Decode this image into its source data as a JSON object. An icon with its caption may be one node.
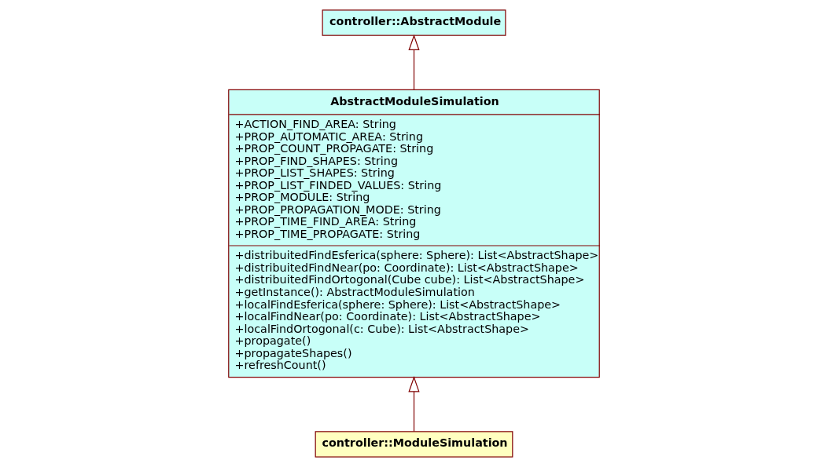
{
  "diagram": {
    "nodes": [
      {
        "text": [
          "AbstractModuleSimulation",
          "+ACTION_FIND_AREA: String",
          "+PROP_AUTOMATIC_AREA: String",
          "+PROP_COUNT_PROPAGATE: String",
          "+PROP_FIND_SHAPES: String",
          "+PROP_LIST_SHAPES: String",
          "+PROP_LIST_FINDED_VALUES: String",
          "+PROP_MODULE: String",
          "+PROP_PROPAGATION_MODE: String",
          "+PROP_TIME_FIND_AREA: String",
          "+PROP_TIME_PROPAGATE: String",
          "+distribuitedFindEsferica(sphere: Sphere): List<AbstractShape>",
          "+distribuitedFindNear(po: Coordinate): List<AbstractShape>",
          "+distribuitedFindOrtogonal(Cube cube): List<AbstractShape>",
          "+getInstance(): AbstractModuleSimulation",
          "+localFindEsferica(sphere: Sphere): List<AbstractShape>",
          "+localFindNear(po: Coordinate): List<AbstractShape>",
          "+localFindOrtogonal(c: Cube): List<AbstractShape>",
          "+propagate()",
          "+propagateShapes()",
          "+refreshCount()"
        ]
      },
      {
        "text": [
          "controller::AbstractModule"
        ]
      },
      {
        "text": [
          "controller::ModuleSimulation"
        ]
      }
    ],
    "edges": [
      {
        "from": 0,
        "to": 1,
        "arrow": "to"
      },
      {
        "from": 2,
        "to": 0,
        "arrow": "to"
      }
    ]
  }
}
